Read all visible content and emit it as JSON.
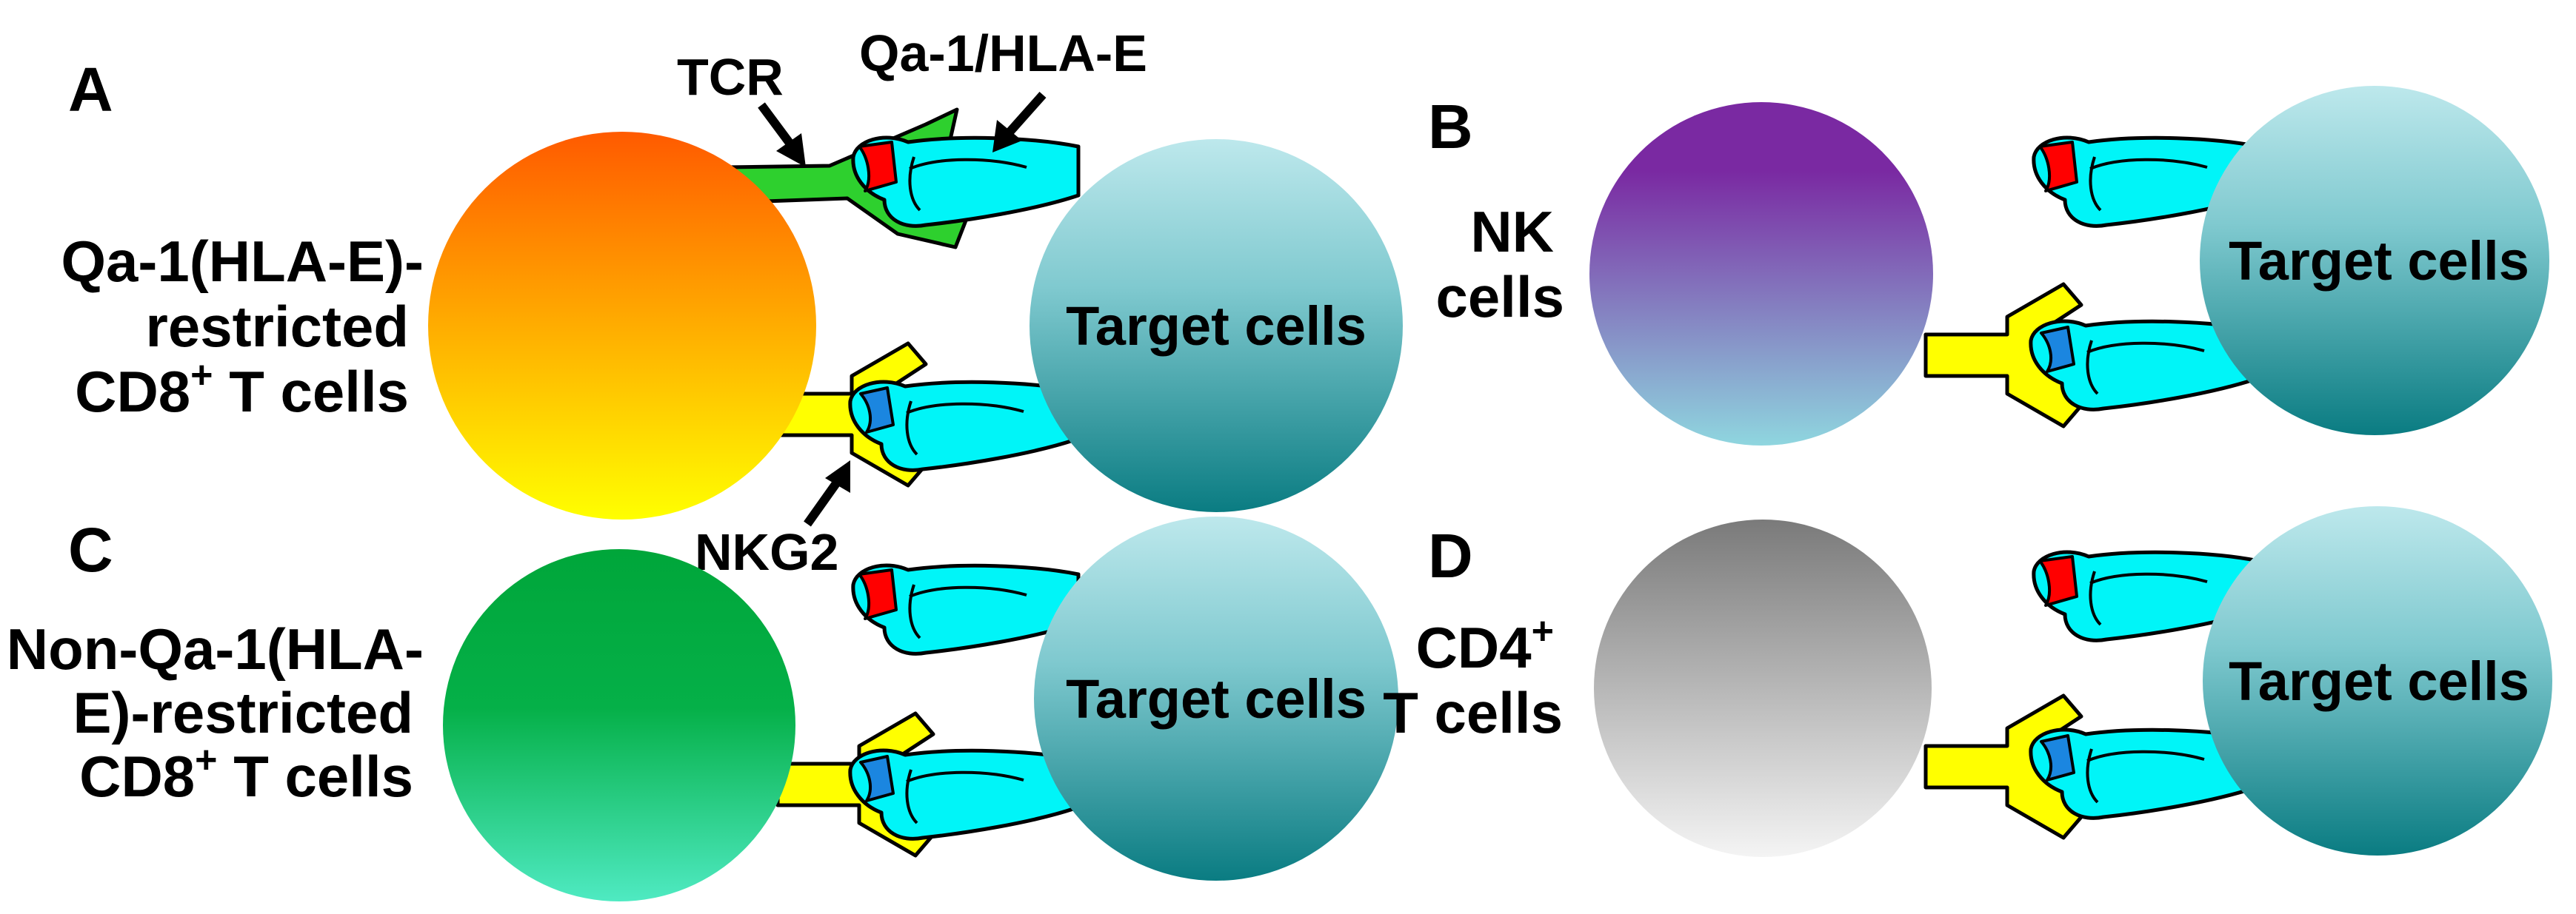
{
  "panels": {
    "A": {
      "letter": "A",
      "cell_label": [
        "Qa-1(HLA-E)-",
        "restricted"
      ],
      "cell_label_last": {
        "main": "CD8",
        "sup": "+",
        "rest": " T cells"
      },
      "target_label": "Target cells",
      "annotations": {
        "tcr": "TCR",
        "qa1": "Qa-1/HLA-E",
        "nkg2": "NKG2"
      }
    },
    "B": {
      "letter": "B",
      "cell_label": [
        "NK",
        "cells"
      ],
      "target_label": "Target cells"
    },
    "C": {
      "letter": "C",
      "cell_label": [
        "Non-Qa-1(HLA-",
        "E)-restricted"
      ],
      "cell_label_last": {
        "main": "CD8",
        "sup": "+",
        "rest": " T cells"
      },
      "target_label": "Target cells"
    },
    "D": {
      "letter": "D",
      "cell_label_first": {
        "main": "CD4",
        "sup": "+",
        "rest": ""
      },
      "cell_label": [
        "T cells"
      ],
      "target_label": "Target cells"
    }
  },
  "colors": {
    "cd8_restricted": [
      "#ff5a00",
      "#ffff00"
    ],
    "nk": [
      "#7a29a2",
      "#8fd6df"
    ],
    "cd8_nonrestricted": [
      "#00a63a",
      "#3fe6b8"
    ],
    "cd4": [
      "#7a7a7a",
      "#f2f2f2"
    ],
    "target": [
      "#b9e6ea",
      "#0c7f84"
    ],
    "tcr": "#2ed02e",
    "nkg2": "#ffff00",
    "mhc": "#00f5f8",
    "peptide_red": "#ff0000",
    "peptide_blue": "#1b86e0"
  }
}
